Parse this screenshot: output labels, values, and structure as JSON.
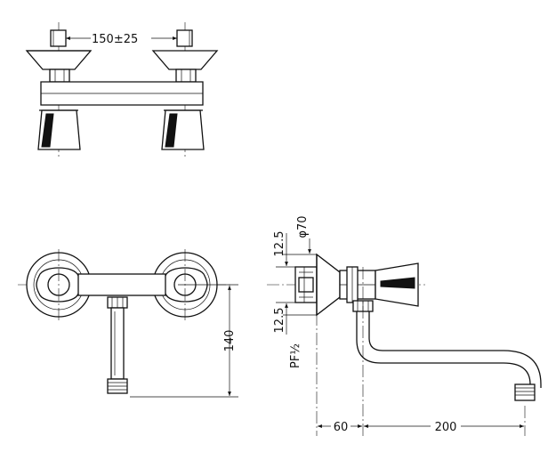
{
  "dimensions": {
    "spacing": "150±25",
    "height_140": "140",
    "offset_60": "60",
    "reach_200": "200",
    "upper_12_5": "12.5",
    "lower_12_5": "12.5",
    "diameter_70": "φ70",
    "pipe_thread": "PF½"
  },
  "colors": {
    "line": "#111111",
    "background": "#ffffff"
  }
}
